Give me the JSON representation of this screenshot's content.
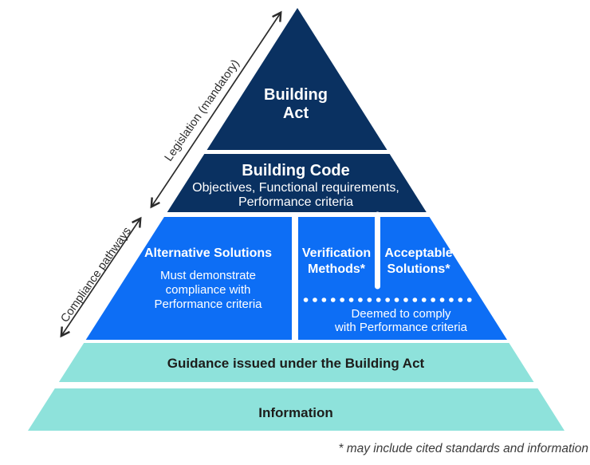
{
  "diagram_title": "Building Act compliance pyramid",
  "colors": {
    "navy": "#0a3161",
    "blue": "#0d6ef5",
    "teal": "#8ee2db",
    "text_light": "#ffffff",
    "text_dark": "#1d1d1b",
    "arrow": "#2b2b2b",
    "footnote": "#3a3a3a"
  },
  "legislation_arrow": {
    "label": "Legislation (mandatory)"
  },
  "compliance_arrow": {
    "label": "Compliance pathways"
  },
  "building_act": {
    "line1": "Building",
    "line2": "Act"
  },
  "building_code": {
    "title": "Building Code",
    "sub1": "Objectives, Functional requirements,",
    "sub2": "Performance criteria"
  },
  "alternative_solutions": {
    "title": "Alternative Solutions",
    "body1": "Must demonstrate",
    "body2": "compliance with",
    "body3": "Performance criteria"
  },
  "verification_methods": {
    "line1": "Verification",
    "line2": "Methods*"
  },
  "acceptable_solutions": {
    "line1": "Acceptable",
    "line2": "Solutions*"
  },
  "deemed_to_comply": {
    "line1": "Deemed to comply",
    "line2": "with Performance criteria"
  },
  "guidance": {
    "label": "Guidance issued under the Building Act"
  },
  "information": {
    "label": "Information"
  },
  "footnote": "* may include cited standards and information"
}
